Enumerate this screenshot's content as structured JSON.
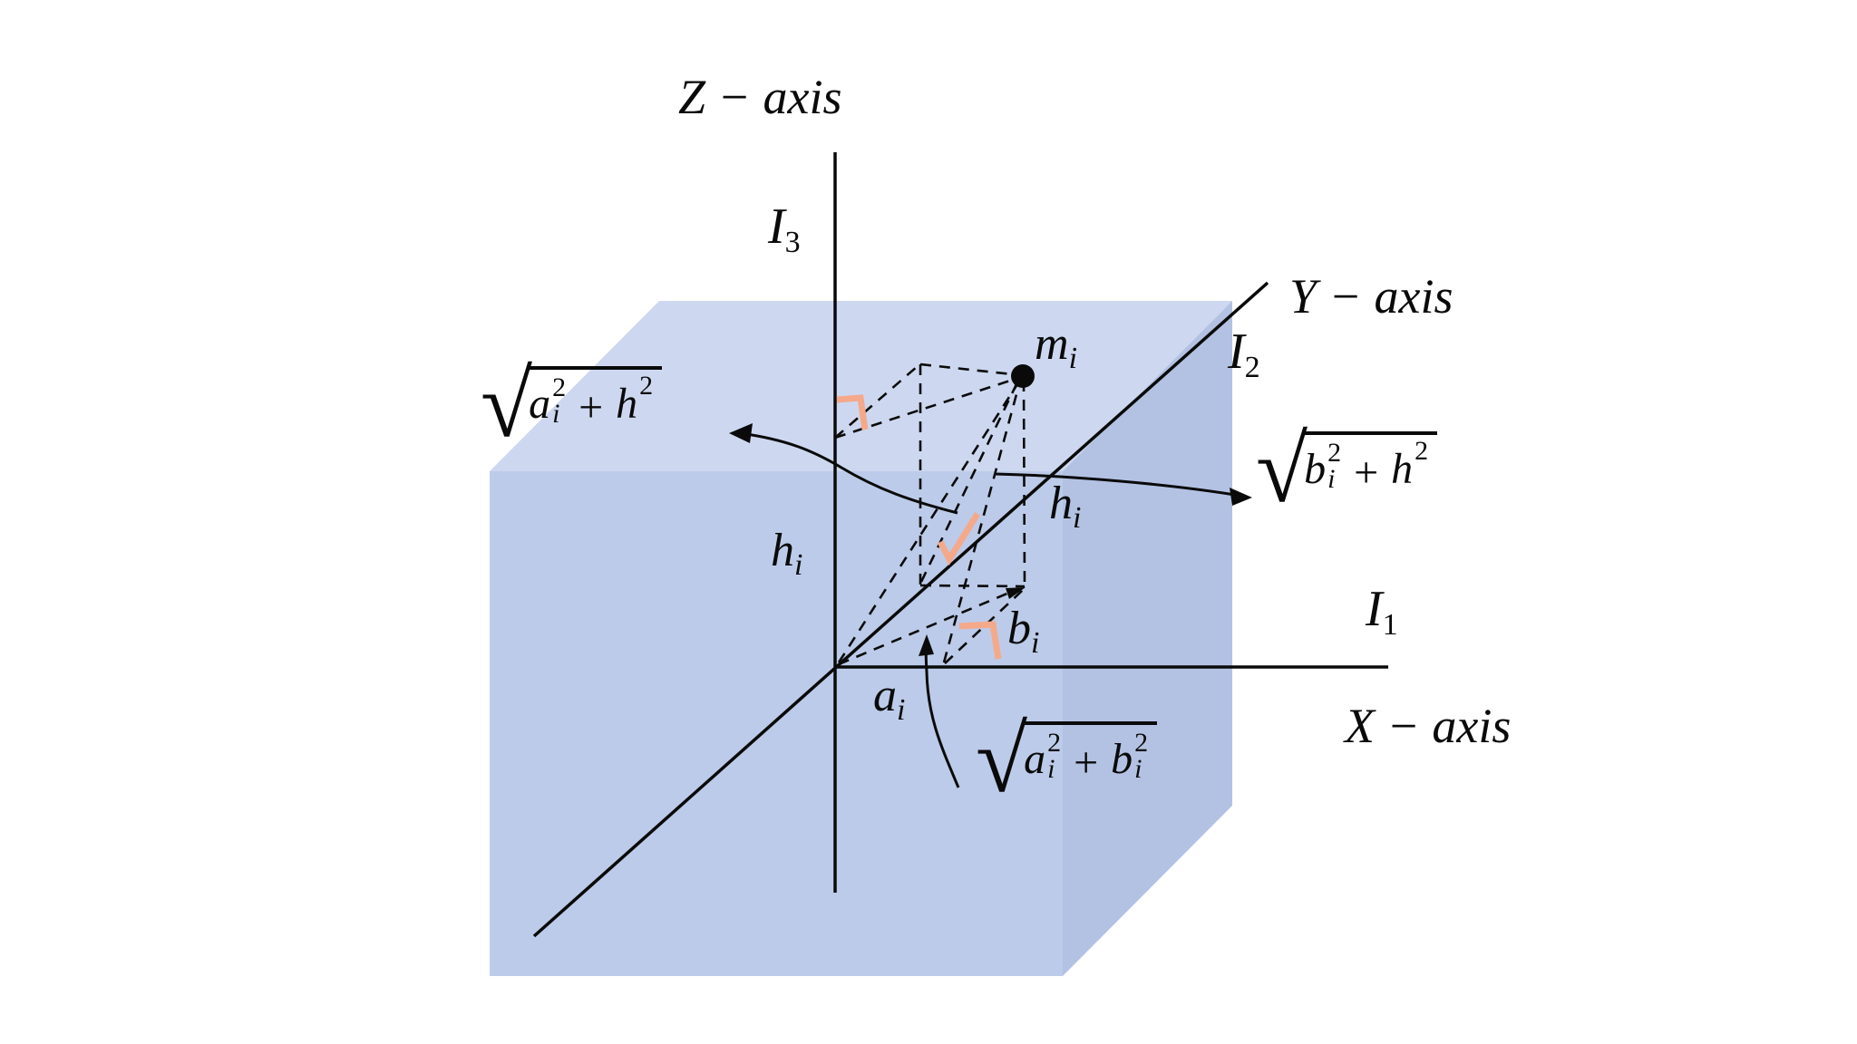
{
  "colors": {
    "background": "#ffffff",
    "top_face": "#cdd8f0",
    "front_face": "#bccbe9",
    "right_face": "#b3c2e3",
    "line": "#0a0a0a",
    "accent": "#f5a98b"
  },
  "labels": {
    "z_axis": "Z − axis",
    "y_axis": "Y − axis",
    "x_axis": "X − axis",
    "i1": {
      "base": "I",
      "sub": "1"
    },
    "i2": {
      "base": "I",
      "sub": "2"
    },
    "i3": {
      "base": "I",
      "sub": "3"
    },
    "mass": {
      "base": "m",
      "sub": "i"
    },
    "height_on_axis": {
      "base": "h",
      "sub": "i"
    },
    "height_of_point": {
      "base": "h",
      "sub": "i"
    },
    "x_offset": {
      "base": "a",
      "sub": "i"
    },
    "y_offset": {
      "base": "b",
      "sub": "i"
    }
  },
  "formulas": {
    "dist_to_y_axis": {
      "radical": "√",
      "t1": "a",
      "t1_sub": "i",
      "t1_sup": "2",
      "plus": "+",
      "t2": "h",
      "t2_sup": "2"
    },
    "dist_to_x_axis": {
      "radical": "√",
      "t1": "b",
      "t1_sub": "i",
      "t1_sup": "2",
      "plus": "+",
      "t2": "h",
      "t2_sup": "2"
    },
    "dist_in_plane": {
      "radical": "√",
      "t1": "a",
      "t1_sub": "i",
      "t1_sup": "2",
      "plus": "+",
      "t2": "b",
      "t2_sub": "i",
      "t2_sup": "2"
    }
  }
}
